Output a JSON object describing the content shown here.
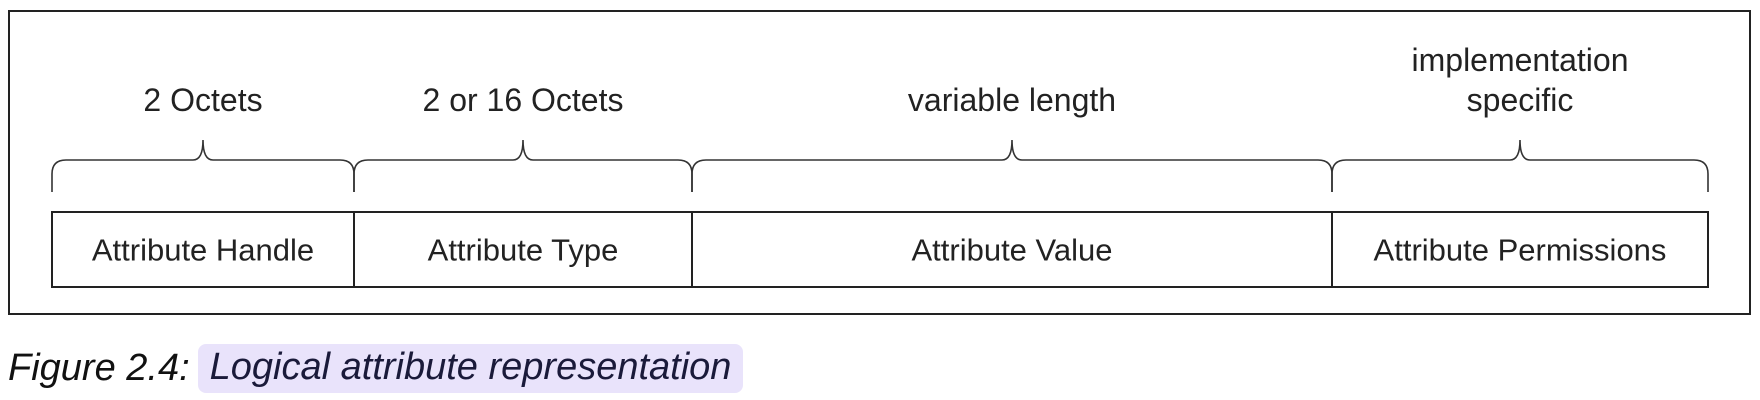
{
  "fields": [
    {
      "name": "Attribute Handle",
      "size": [
        "2 Octets"
      ]
    },
    {
      "name": "Attribute Type",
      "size": [
        "2 or 16 Octets"
      ]
    },
    {
      "name": "Attribute Value",
      "size": [
        "variable length"
      ]
    },
    {
      "name": "Attribute Permissions",
      "size": [
        "implementation",
        "specific"
      ]
    }
  ],
  "caption": {
    "number": "Figure 2.4:",
    "title": "Logical attribute representation"
  }
}
